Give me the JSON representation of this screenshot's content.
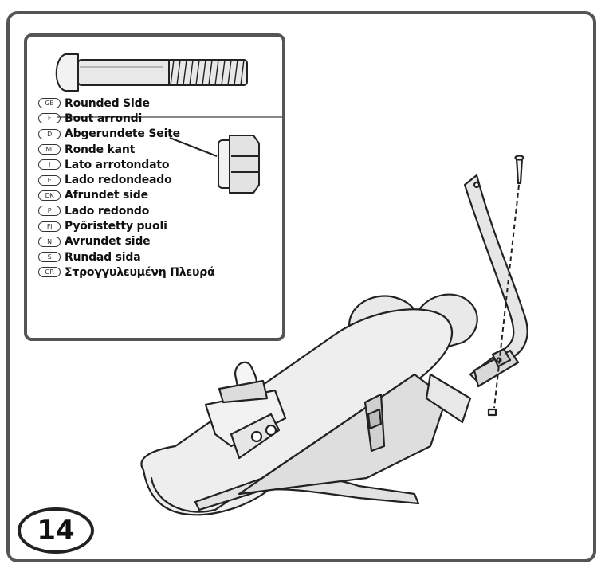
{
  "step_number": "14",
  "inset": {
    "languages": [
      {
        "code": "GB",
        "text": "Rounded Side"
      },
      {
        "code": "F",
        "text": "Bout arrondi"
      },
      {
        "code": "D",
        "text": "Abgerundete Seite"
      },
      {
        "code": "NL",
        "text": "Ronde kant"
      },
      {
        "code": "I",
        "text": "Lato arrotondato"
      },
      {
        "code": "E",
        "text": "Lado redondeado"
      },
      {
        "code": "DK",
        "text": "Afrundet side"
      },
      {
        "code": "P",
        "text": "Lado redondo"
      },
      {
        "code": "FI",
        "text": "Pyöristetty puoli"
      },
      {
        "code": "N",
        "text": "Avrundet side"
      },
      {
        "code": "S",
        "text": "Rundad sida"
      },
      {
        "code": "GR",
        "text": "Στρογγυλευμένη Πλευρά"
      }
    ]
  },
  "icons": [
    "screw-bolt-icon",
    "nut-icon",
    "bouncer-seat-illustration"
  ],
  "colors": {
    "border": "#555555",
    "line": "#222222",
    "fill": "#e6e6e6"
  }
}
